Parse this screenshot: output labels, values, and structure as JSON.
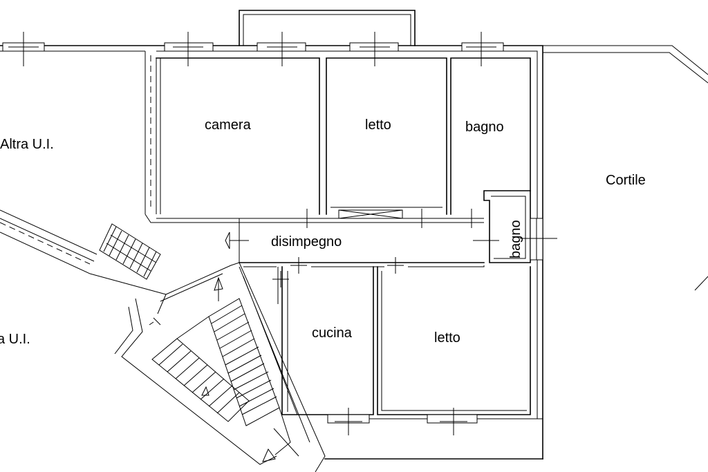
{
  "rooms": {
    "camera": "camera",
    "letto_top": "letto",
    "bagno_top": "bagno",
    "bagno_small": "bagno",
    "disimpegno": "disimpegno",
    "cucina": "cucina",
    "letto_bottom": "letto",
    "cortile": "Cortile",
    "altra_ui_top": "Altra U.I.",
    "altra_ui_bottom": "a U.I."
  }
}
